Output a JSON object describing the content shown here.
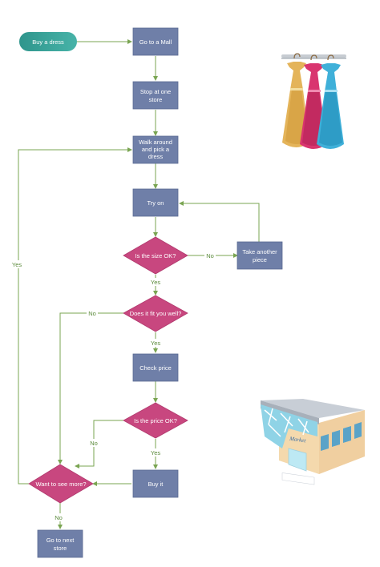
{
  "nodes": {
    "start": "Buy a dress",
    "mall": "Go to a Mall",
    "stop": [
      "Stop at one",
      "store"
    ],
    "walk": [
      "Walk around",
      "and pick a",
      "dress"
    ],
    "try_on": "Try on",
    "size_ok": "Is the size OK?",
    "take_another": [
      "Take another",
      "piece"
    ],
    "fit": "Does it fit you well?",
    "check_price": "Check price",
    "price_ok": "Is the price OK?",
    "buy": "Buy it",
    "see_more": "Want to see more?",
    "next_store": [
      "Go to next",
      "store"
    ]
  },
  "edge_labels": {
    "size_no": "No",
    "size_yes": "Yes",
    "fit_no": "No",
    "fit_yes": "Yes",
    "price_no": "No",
    "price_yes": "Yes",
    "more_yes": "Yes",
    "more_no": "No"
  },
  "illustrations": {
    "dresses_icon": "dress-rack-icon",
    "market_icon": "market-building-icon",
    "market_sign": "Market"
  },
  "colors": {
    "process": "#6f7fa8",
    "decision": "#c8477f",
    "start": "#3aa39a",
    "connector": "#7aa552"
  }
}
